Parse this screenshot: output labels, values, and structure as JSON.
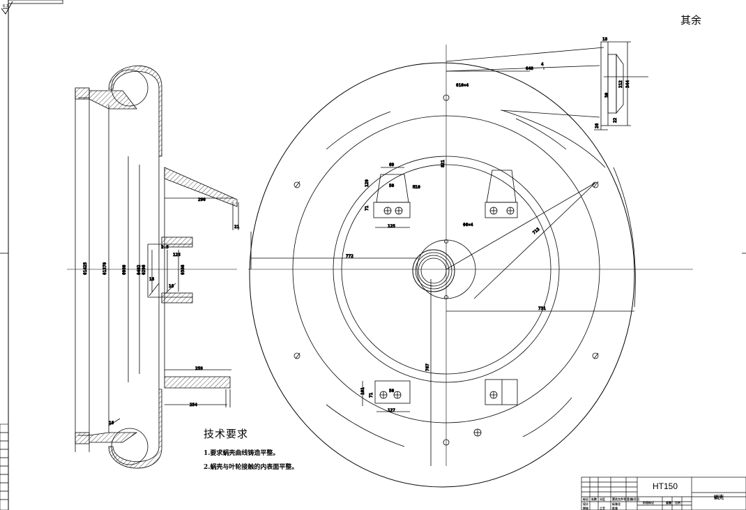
{
  "surface_roughness": {
    "label": "其余",
    "value": "6.3"
  },
  "technical_requirements": {
    "title": "技术要求",
    "notes": [
      "1.要求蜗壳曲线铸造平整。",
      "2.蜗壳与叶轮接触的内表面平整。"
    ]
  },
  "title_block": {
    "material": "HT150",
    "part_name": "蜗壳"
  },
  "dimensions": {
    "d_outer": "Φ1425",
    "d_1370": "Φ1370",
    "d_mid": "Φ980",
    "d_hub_outer": "Φ402",
    "d_hub_bore": "Φ206",
    "d_hub_in": "Φ366",
    "flange_290": "290",
    "flange_21": "21",
    "hub_125": "125",
    "hub_r": "2.5",
    "s16a": "16",
    "s16b": "16",
    "s16c": "16",
    "d_259": "259",
    "d_254": "254",
    "d_69": "69",
    "d_50": "50",
    "d_125": "125",
    "d_120": "120",
    "d_71": "71",
    "d_m10": "M10",
    "hole_top": "Φ10×4",
    "hole_mid": "Φ6×4",
    "r_772": "772",
    "r_731": "731",
    "r_713": "713",
    "r_821": "821",
    "r_767": "767",
    "d_648": "648",
    "d_4": "4",
    "d_212": "212",
    "d_344": "344",
    "d_30": "30",
    "d_18": "18",
    "d_22": "22",
    "d_26": "26",
    "d_101": "101",
    "d_71b": "71",
    "d_127": "127",
    "d_50b": "50"
  },
  "title_block_labels": [
    "标记",
    "处数",
    "分区",
    "更改文件号",
    "签名",
    "年月日",
    "设计",
    "标准化",
    "阶段标记",
    "重量",
    "比例",
    "审核",
    "工艺",
    "批准"
  ]
}
